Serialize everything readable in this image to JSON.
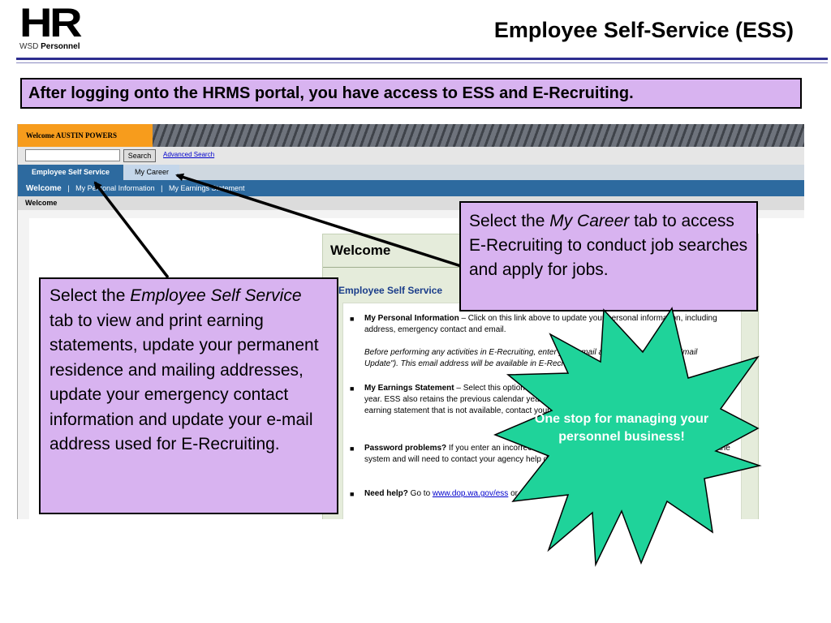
{
  "header": {
    "logo_main": "HR",
    "logo_sub_prefix": "WSD",
    "logo_sub_bold": "Personnel",
    "title": "Employee Self-Service (ESS)"
  },
  "banner": "After logging onto the HRMS portal, you have access to ESS and E-Recruiting.",
  "portal": {
    "welcome_user": "Welcome AUSTIN POWERS",
    "search_button": "Search",
    "advanced_search": "Advanced Search",
    "tabs": [
      "Employee Self Service",
      "My Career"
    ],
    "subnav": {
      "active": "Welcome",
      "items": [
        "My Personal Information",
        "My Earnings Statement"
      ]
    },
    "crumb": "Welcome",
    "panel_title": "Welcome",
    "panel_subtitle": "Employee Self Service",
    "items": [
      {
        "bold": "My Personal Information",
        "text": " – Click on this link above to update your personal information, including address, emergency contact and email."
      },
      {
        "italic": "Before performing any activities in E-Recruiting, enter your email address here (select \"Email Update\"). This email address will be available in E-Recruiting in the following."
      },
      {
        "bold": "My Earnings Statement",
        "text": " – Select this option to view and print your earning statement from the current year. ESS also retains the previous calendar year until May of the current year. If you need a specific earning statement that is not available, contact your agency."
      },
      {
        "bold": "Password problems?",
        "text": " If you enter an incorrect password too many times you will be locked out of the system and will need to contact your agency help desk for your password reset."
      },
      {
        "bold": "Need help?",
        "text": " Go to ",
        "link": "www.dop.wa.gov/ess",
        "text_after": " or contact your agency help desk."
      }
    ]
  },
  "callout_right": {
    "pre": "Select the ",
    "em": "My Career",
    "post": " tab to access E-Recruiting to conduct job searches and apply for jobs."
  },
  "callout_left": {
    "pre": "Select the ",
    "em": "Employee Self Service",
    "post": " tab to view and print earning statements, update your permanent residence and mailing addresses, update your emergency contact information and update your e-mail address used for E-Recruiting."
  },
  "burst_text": "One stop for managing your personnel business!",
  "colors": {
    "callout_bg": "#d8b3f0",
    "burst_fill": "#1fd39a",
    "title_rule": "#2d2d8f",
    "portal_orange": "#f79c1c",
    "portal_blue": "#2d6a9f"
  }
}
